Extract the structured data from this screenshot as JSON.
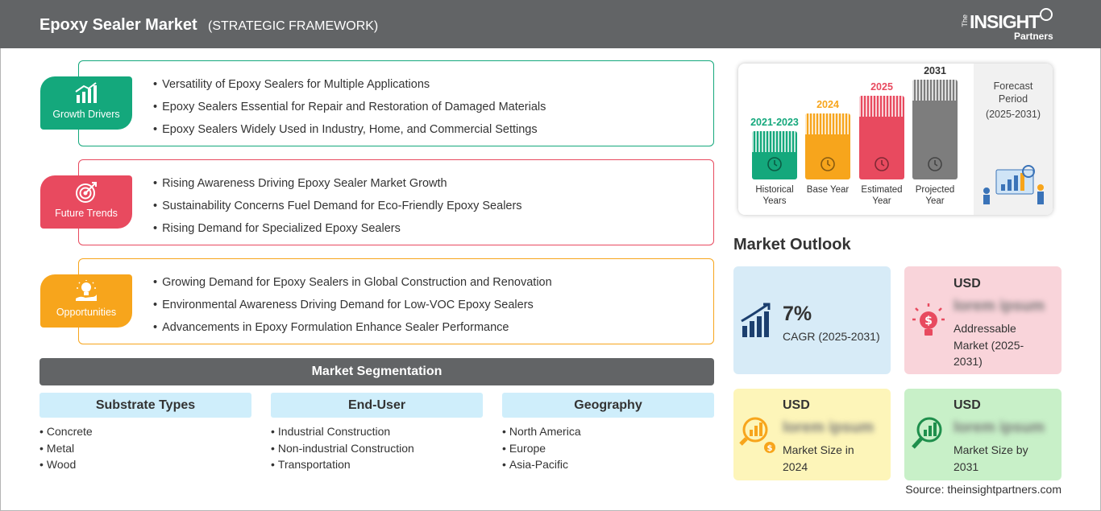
{
  "header": {
    "title": "Epoxy Sealer Market",
    "subtitle": "(STRATEGIC FRAMEWORK)",
    "logo": {
      "the": "The",
      "insight": "INSIGHT",
      "partners": "Partners"
    }
  },
  "sections": [
    {
      "label": "Growth Drivers",
      "icon": "growth-chart-icon",
      "color": "#14a87c",
      "items": [
        "Versatility of Epoxy Sealers for Multiple Applications",
        "Epoxy Sealers Essential for Repair and Restoration of Damaged Materials",
        "Epoxy Sealers Widely Used in Industry, Home, and Commercial Settings"
      ]
    },
    {
      "label": "Future Trends",
      "icon": "target-icon",
      "color": "#e84a5f",
      "items": [
        "Rising Awareness Driving Epoxy Sealer Market Growth",
        "Sustainability Concerns Fuel Demand for Eco-Friendly Epoxy Sealers",
        "Rising Demand for Specialized Epoxy Sealers"
      ]
    },
    {
      "label": "Opportunities",
      "icon": "lightbulb-hand-icon",
      "color": "#f7a51c",
      "items": [
        "Growing Demand for Epoxy Sealers in Global Construction and Renovation",
        "Environmental Awareness Driving Demand for Low-VOC Epoxy Sealers",
        "Advancements in Epoxy Formulation Enhance Sealer Performance"
      ]
    }
  ],
  "segmentation": {
    "title": "Market Segmentation",
    "columns": [
      {
        "head": "Substrate Types",
        "items": [
          "Concrete",
          "Metal",
          "Wood"
        ]
      },
      {
        "head": "End-User",
        "items": [
          "Industrial Construction",
          "Non-industrial Construction",
          "Transportation"
        ]
      },
      {
        "head": "Geography",
        "items": [
          "North America",
          "Europe",
          "Asia-Pacific"
        ]
      }
    ]
  },
  "timeline": {
    "columns": [
      {
        "year": "2021-2023",
        "caption": "Historical Years",
        "color": "#14a87c",
        "icon": "history-clock-icon",
        "level": 0.48
      },
      {
        "year": "2024",
        "caption": "Base Year",
        "color": "#f7a51c",
        "icon": "calendar-icon",
        "level": 0.66
      },
      {
        "year": "2025",
        "caption": "Estimated Year",
        "color": "#e84a5f",
        "icon": "estimate-chart-icon",
        "level": 0.84
      },
      {
        "year": "2031",
        "caption": "Projected Year",
        "color": "#7d7d7d",
        "icon": "projection-board-icon",
        "level": 1.0
      }
    ],
    "forecast": {
      "label": "Forecast Period",
      "range": "(2025-2031)"
    }
  },
  "market_outlook": {
    "title": "Market Outlook",
    "cards": [
      {
        "kind": "cagr",
        "value": "7%",
        "desc": "CAGR (2025-2031)",
        "bg": "#d7ebf7",
        "icon": "bar-growth-icon"
      },
      {
        "kind": "usd",
        "usd": "USD",
        "value": "lorem ipsum",
        "desc": "Addressable Market (2025-2031)",
        "bg": "#f9d4da",
        "icon": "idea-dollar-icon"
      },
      {
        "kind": "usd",
        "usd": "USD",
        "value": "lorem ipsum",
        "desc": "Market Size in 2024",
        "bg": "#fdf5b9",
        "icon": "magnifier-dollar-icon"
      },
      {
        "kind": "usd",
        "usd": "USD",
        "value": "lorem ipsum",
        "desc": "Market Size by 2031",
        "bg": "#c8f0c8",
        "icon": "magnifier-chart-icon"
      }
    ]
  },
  "source": "Source: theinsightpartners.com"
}
